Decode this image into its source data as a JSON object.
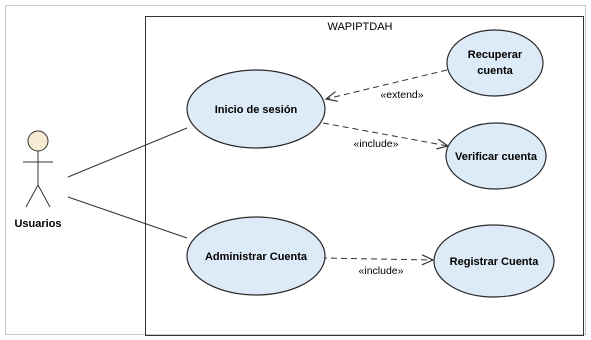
{
  "system": {
    "name": "WAPIPTDAH"
  },
  "actors": [
    {
      "id": "usuarios",
      "label": "Usuarios"
    }
  ],
  "use_cases": [
    {
      "id": "inicio",
      "label_lines": [
        "Inicio de sesión"
      ]
    },
    {
      "id": "recuperar",
      "label_lines": [
        "Recuperar",
        "cuenta"
      ]
    },
    {
      "id": "verificar",
      "label_lines": [
        "Verificar cuenta"
      ]
    },
    {
      "id": "administrar",
      "label_lines": [
        "Administrar Cuenta"
      ]
    },
    {
      "id": "registrar",
      "label_lines": [
        "Registrar Cuenta"
      ]
    }
  ],
  "relations": [
    {
      "from": "usuarios",
      "to": "inicio",
      "type": "association",
      "label": ""
    },
    {
      "from": "usuarios",
      "to": "administrar",
      "type": "association",
      "label": ""
    },
    {
      "from": "recuperar",
      "to": "inicio",
      "type": "extend",
      "label": "«extend»"
    },
    {
      "from": "inicio",
      "to": "verificar",
      "type": "include",
      "label": "«include»"
    },
    {
      "from": "administrar",
      "to": "registrar",
      "type": "include",
      "label": "«include»"
    }
  ],
  "colors": {
    "use_case_fill": "#ddeaf7",
    "use_case_stroke": "#2b2b2b",
    "actor_head_fill": "#f7ebd3",
    "line": "#333333",
    "boundary_stroke": "#333333",
    "outer_frame": "#c8c8c8"
  }
}
